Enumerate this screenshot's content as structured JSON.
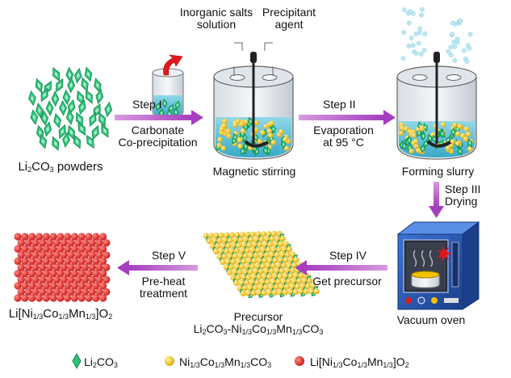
{
  "step1": {
    "step": "Step I",
    "l1": "Carbonate",
    "l2": "Co-precipitation"
  },
  "step2": {
    "step": "Step II",
    "l1": "Evaporation",
    "l2": "at 95 °C"
  },
  "step3": {
    "step": "Step III",
    "l2": "Drying"
  },
  "step4": {
    "step": "Step IV",
    "l2": "Get precursor"
  },
  "step5": {
    "step": "Step V",
    "l1": "Pre-heat",
    "l2": "treatment"
  },
  "labels": {
    "li2co3_powder": "Li2CO3 powders",
    "magnetic": "Magnetic stirring",
    "slurry": "Forming slurry",
    "oven": "Vacuum oven",
    "inorganic_l1": "Inorganic salts",
    "inorganic_l2": "solution",
    "precip_l1": "Precipitant",
    "precip_l2": "agent",
    "precursor_title": "Precursor",
    "precursor_formula": "Li2CO3-Ni1/3Co1/3Mn1/3CO3",
    "product": "Li[Ni1/3Co1/3Mn1/3]O2"
  },
  "legend": [
    {
      "symbol": "diamond",
      "color": "#2ec27a",
      "label": "Li2CO3"
    },
    {
      "symbol": "circle",
      "color": "#f2c200",
      "label": "Ni1/3Co1/3Mn1/3CO3"
    },
    {
      "symbol": "circle",
      "color": "#e0191c",
      "label": "Li[Ni1/3Co1/3Mn1/3]O2"
    }
  ],
  "colors": {
    "arrow": "#b04fc7",
    "green": "#2ec27a",
    "yellow": "#f2c200",
    "red": "#e0191c",
    "oven": "#2a56b5",
    "beaker": "#5cc0d6"
  }
}
